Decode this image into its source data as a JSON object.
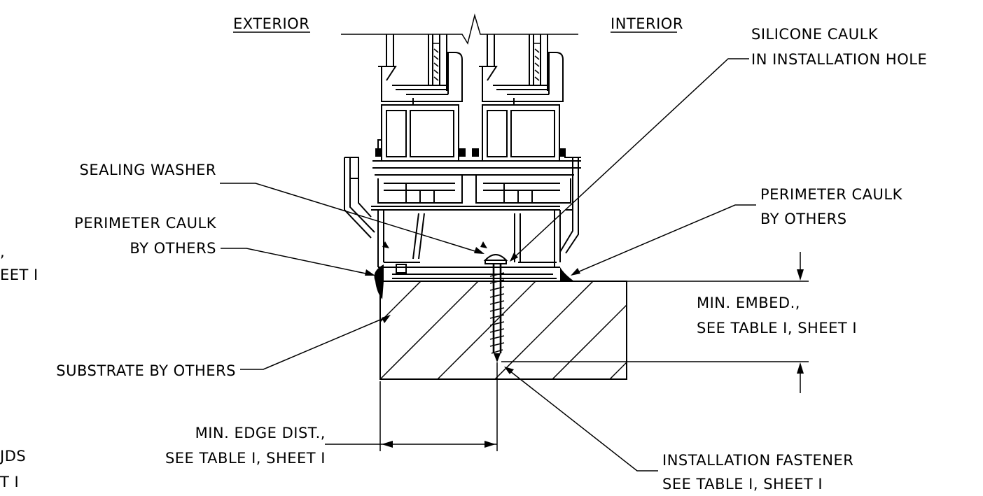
{
  "labels": {
    "exterior": "EXTERIOR",
    "interior": "INTERIOR",
    "silicone_caulk_1": "SILICONE CAULK",
    "silicone_caulk_2": "IN INSTALLATION HOLE",
    "sealing_washer": "SEALING WASHER",
    "perimeter_caulk_left_1": "PERIMETER CAULK",
    "perimeter_caulk_left_2": "BY OTHERS",
    "perimeter_caulk_right_1": "PERIMETER CAULK",
    "perimeter_caulk_right_2": "BY OTHERS",
    "min_embed_1": "MIN. EMBED.,",
    "min_embed_2": "SEE TABLE I, SHEET I",
    "substrate": "SUBSTRATE BY OTHERS",
    "min_edge_1": "MIN. EDGE DIST.,",
    "min_edge_2": "SEE TABLE I, SHEET I",
    "fastener_1": "INSTALLATION FASTENER",
    "fastener_2": "SEE TABLE I, SHEET I",
    "cut_off_1": ",",
    "cut_off_2": "EET I",
    "cut_off_3": "JDS",
    "cut_off_4": "T I"
  }
}
